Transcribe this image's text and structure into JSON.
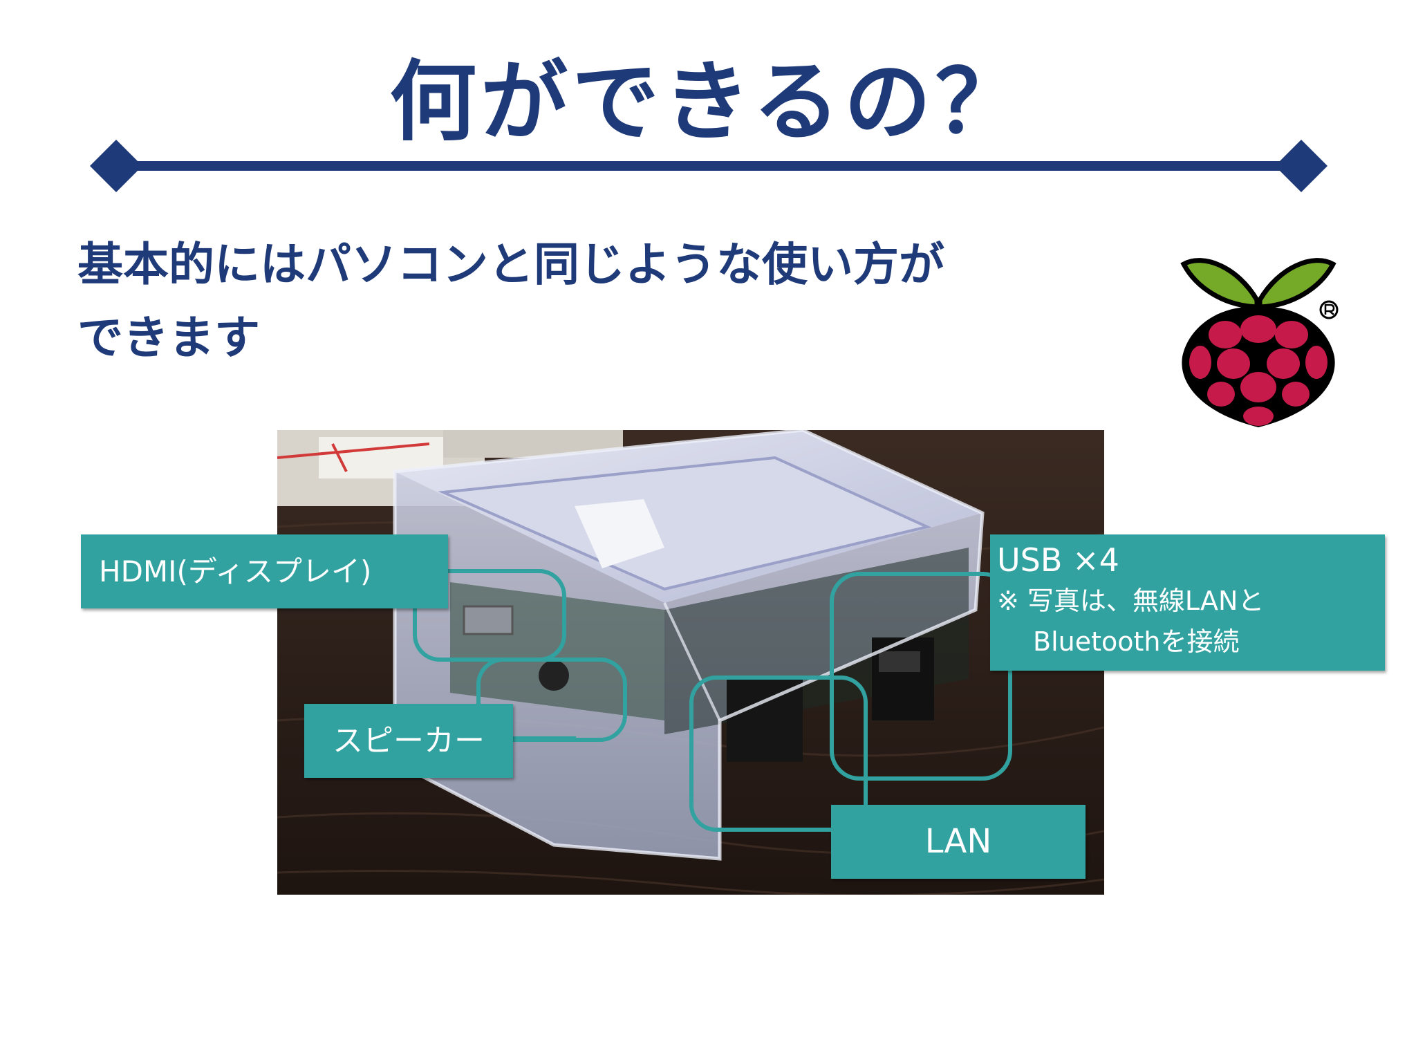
{
  "slide": {
    "title": "何ができるの？",
    "body_line1": "基本的にはパソコンと同じような使い方が",
    "body_line2": "できます"
  },
  "callouts": {
    "hdmi": "HDMI(ディスプレイ)",
    "speaker": "スピーカー",
    "lan": "LAN",
    "usb_title": "USB ×4",
    "usb_note1": "※ 写真は、無線LANと",
    "usb_note2": "Bluetoothを接続"
  },
  "colors": {
    "title": "#1f3a78",
    "callout": "#31a2a0",
    "raspberry": "#c51a4a",
    "leaf": "#75a928"
  },
  "icons": {
    "logo": "raspberry-pi-logo",
    "photo": "raspberry-pi-in-clear-case"
  }
}
